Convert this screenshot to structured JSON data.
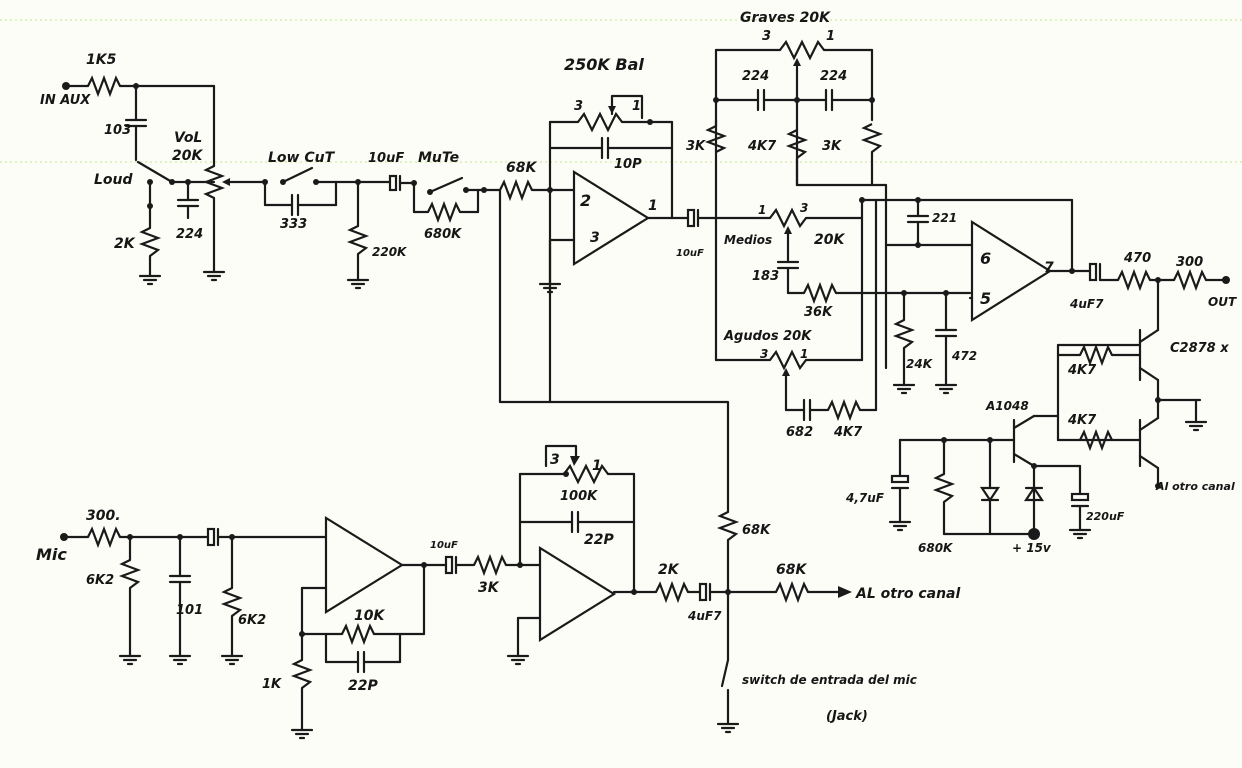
{
  "labels": {
    "in_aux": "IN AUX",
    "r_in": "1K5",
    "c_loud": "103",
    "loud": "Loud",
    "vol": "VoL",
    "vol_value": "20K",
    "r_2k": "2K",
    "c_224a": "224",
    "low_cut": "Low CuT",
    "c_333": "333",
    "r_220k": "220K",
    "c_10uf": "10uF",
    "mute": "MuTe",
    "r_680k": "680K",
    "r_68k_top": "68K",
    "bal": "250K Bal",
    "pot_pin3_a": "3",
    "pot_pin1_a": "1",
    "c_10p": "10P",
    "op1_minus": "2",
    "op1_plus": "3",
    "op1_out": "1",
    "c_10uf_b": "10uF",
    "graves": "Graves 20K",
    "graves_pin3": "3",
    "graves_pin1": "1",
    "c_224b": "224",
    "c_224c": "224",
    "r_3k_left": "3K",
    "r_4k7_mid": "4K7",
    "r_3k_right": "3K",
    "medios": "Medios",
    "medios_value": "20K",
    "medios_pin1": "1",
    "medios_pin3": "3",
    "c_183": "183",
    "r_36k": "36K",
    "agudos": "Agudos 20K",
    "agudos_pin3": "3",
    "agudos_pin1": "1",
    "c_682": "682",
    "r_4k7_low": "4K7",
    "c_221": "221",
    "op2_minus": "6",
    "op2_plus": "5",
    "op2_out": "7",
    "r_24k": "24K",
    "c_472": "472",
    "c_4uf7_out": "4uF7",
    "r_470": "470",
    "r_300_out": "300",
    "out": "OUT",
    "q_c2878": "C2878 x",
    "r_4k7_q1": "4K7",
    "r_4k7_q2": "4K7",
    "q_a1048": "A1048",
    "al_otro_canal_1": "Al otro canal",
    "c_47uf": "4,7uF",
    "r_680k_b": "680K",
    "v_15": "+ 15v",
    "c_220uf": "220uF",
    "mic": "Mic",
    "r_300_mic": "300.",
    "r_6k2_a": "6K2",
    "c_101": "101",
    "r_6k2_b": "6K2",
    "r_1k": "1K",
    "r_10k": "10K",
    "c_22p_a": "22P",
    "c_10uf_mic": "10uF",
    "r_3k": "3K",
    "pot_100k_pin3": "3",
    "pot_100k_pin1": "1",
    "pot_100k": "100K",
    "c_22p_b": "22P",
    "r_68k_mid": "68K",
    "r_2k_b": "2K",
    "c_4uf7_b": "4uF7",
    "r_68k_right": "68K",
    "al_otro_canal_2": "AL otro canal",
    "switch": "switch de entrada del mic",
    "jack": "(Jack)"
  }
}
